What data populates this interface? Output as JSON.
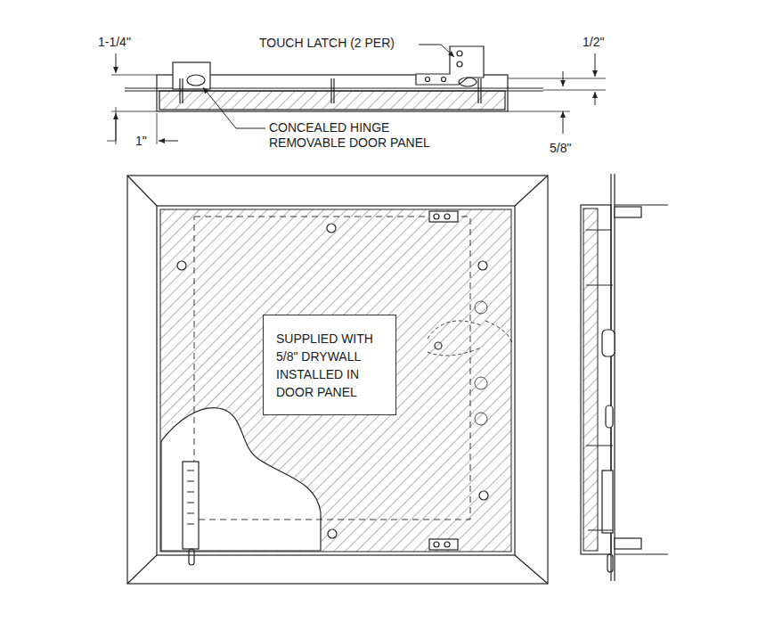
{
  "diagram": {
    "nodes": [
      {
        "text": [
          "SUPPLIED WITH 5/8\" DRYWALL INSTALLED IN DOOR PANEL"
        ]
      }
    ],
    "labels": [
      "1-1/4\"",
      "TOUCH LATCH (2 PER)",
      "1/2\"",
      "CONCEALED HINGE",
      "REMOVABLE DOOR PANEL",
      "1\"",
      "5/8\""
    ]
  }
}
